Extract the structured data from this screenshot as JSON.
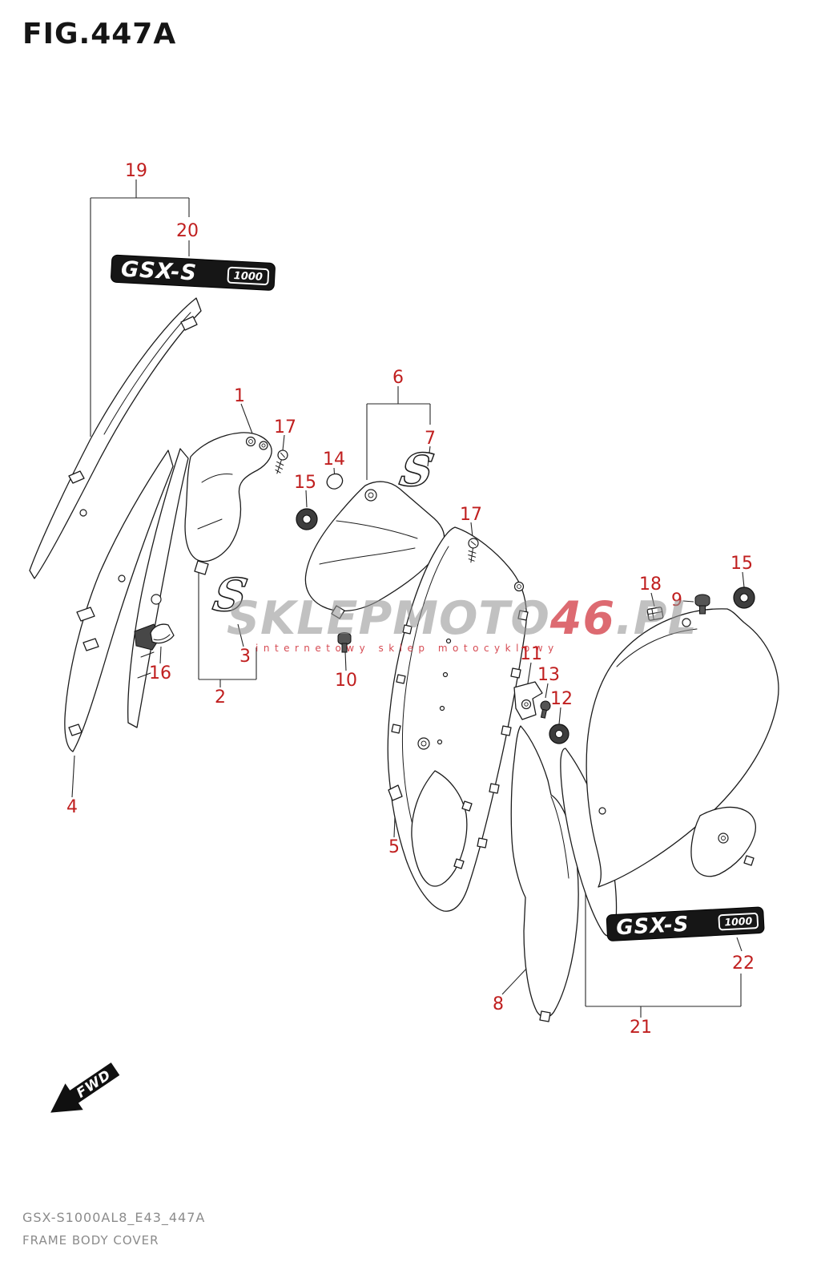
{
  "title": "FIG.447A",
  "footer": {
    "code": "GSX-S1000AL8_E43_447A",
    "name": "FRAME BODY COVER"
  },
  "watermark": {
    "part1": "SKLEPMOTO",
    "part2": "46",
    "part3": ".PL",
    "subtitle": "internetowy sklep motocyklowy"
  },
  "fwd_label": "FWD",
  "emblem": {
    "brand": "GSX-S",
    "model": "1000"
  },
  "s_emblem": "S",
  "colors": {
    "callout_red": "#c01f1f",
    "line_black": "#1c1c1c",
    "watermark_gray": "#949494",
    "watermark_red": "#cd232d"
  },
  "callouts": [
    {
      "id": "19",
      "text": "19"
    },
    {
      "id": "20",
      "text": "20"
    },
    {
      "id": "1",
      "text": "1"
    },
    {
      "id": "17a",
      "text": "17"
    },
    {
      "id": "14",
      "text": "14"
    },
    {
      "id": "15a",
      "text": "15"
    },
    {
      "id": "6",
      "text": "6"
    },
    {
      "id": "7",
      "text": "7"
    },
    {
      "id": "17b",
      "text": "17"
    },
    {
      "id": "16",
      "text": "16"
    },
    {
      "id": "3",
      "text": "3"
    },
    {
      "id": "2",
      "text": "2"
    },
    {
      "id": "10",
      "text": "10"
    },
    {
      "id": "11",
      "text": "11"
    },
    {
      "id": "13",
      "text": "13"
    },
    {
      "id": "12",
      "text": "12"
    },
    {
      "id": "18",
      "text": "18"
    },
    {
      "id": "9",
      "text": "9"
    },
    {
      "id": "15b",
      "text": "15"
    },
    {
      "id": "4",
      "text": "4"
    },
    {
      "id": "5",
      "text": "5"
    },
    {
      "id": "8",
      "text": "8"
    },
    {
      "id": "22",
      "text": "22"
    },
    {
      "id": "21",
      "text": "21"
    }
  ]
}
